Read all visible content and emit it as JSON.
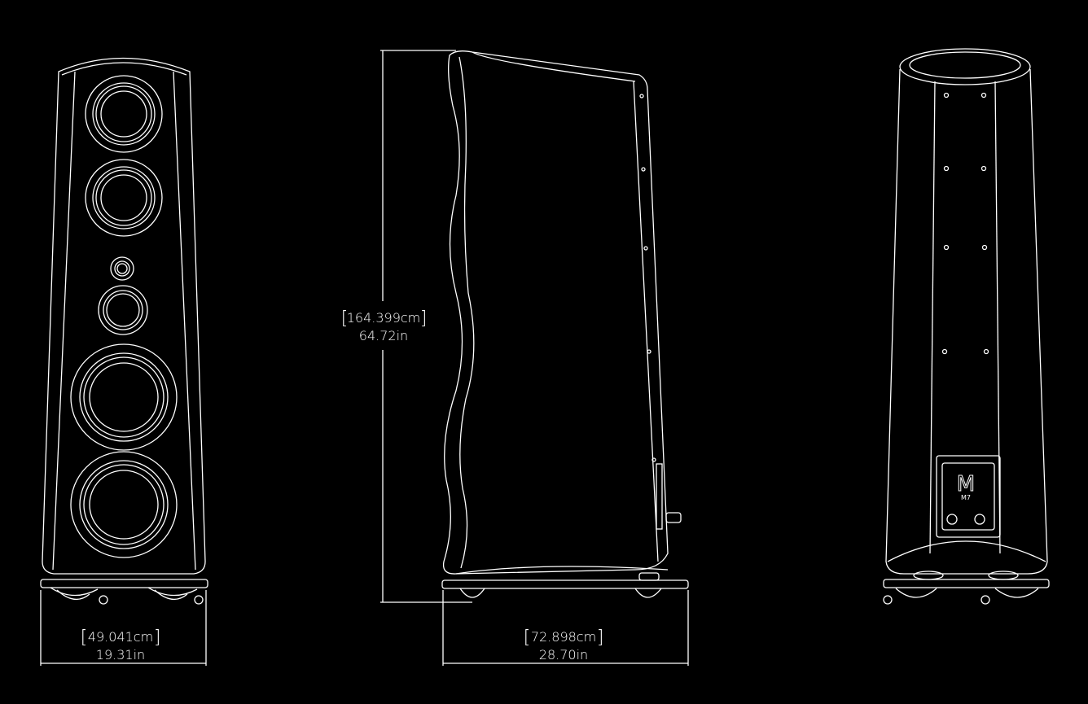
{
  "views": {
    "front": {
      "label": "front-view"
    },
    "side": {
      "label": "side-view"
    },
    "back": {
      "label": "back-view",
      "logo": {
        "mark": "M",
        "model": "M7"
      }
    }
  },
  "dimensions": {
    "front_width": {
      "metric": "49.041cm",
      "imperial": "19.31in"
    },
    "height": {
      "metric": "164.399cm",
      "imperial": "64.72in"
    },
    "depth": {
      "metric": "72.898cm",
      "imperial": "28.70in"
    }
  },
  "colors": {
    "background": "#000000",
    "line": "#ffffff"
  }
}
